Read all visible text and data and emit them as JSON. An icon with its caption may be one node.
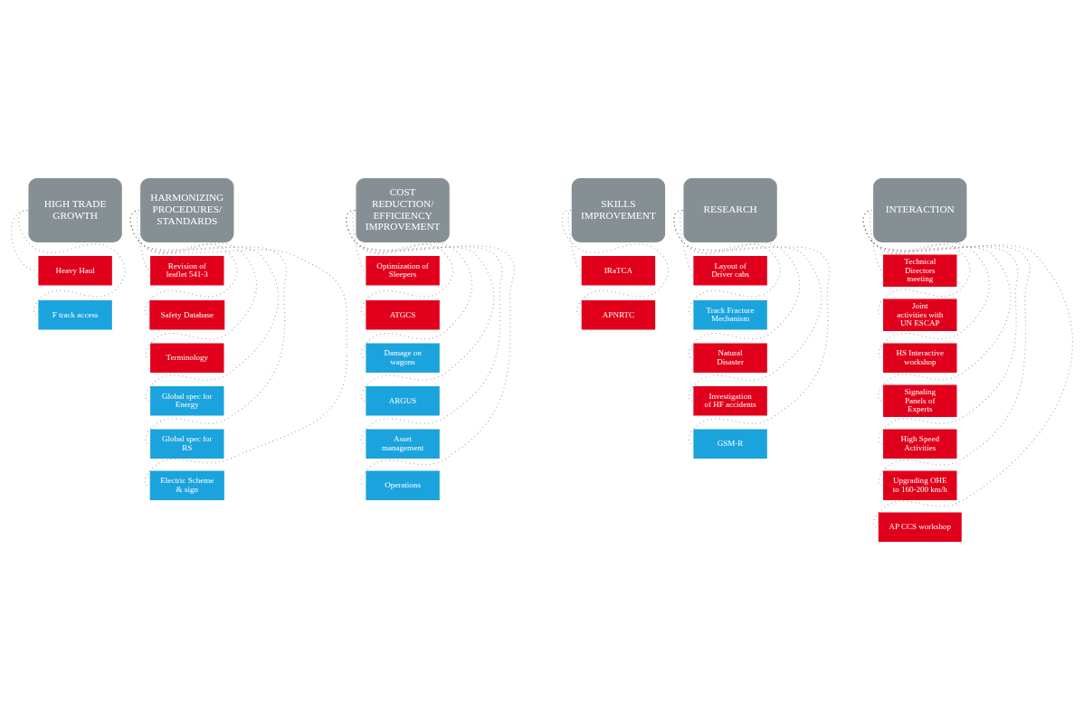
{
  "diagram": {
    "nodes": [
      {
        "text": [
          "HIGH TRADE GROWTH"
        ]
      },
      {
        "text": [
          "Heavy Haul"
        ]
      },
      {
        "text": [
          "F track access"
        ]
      },
      {
        "text": [
          "HARMONIZING PROCEDURES/ STANDARDS"
        ]
      },
      {
        "text": [
          "Revision of leaflet 541-3"
        ]
      },
      {
        "text": [
          "Safety Database"
        ]
      },
      {
        "text": [
          "Terminology"
        ]
      },
      {
        "text": [
          "Global spec for Energy"
        ]
      },
      {
        "text": [
          "Global spec for RS"
        ]
      },
      {
        "text": [
          "Electric Scheme & sign"
        ]
      },
      {
        "text": [
          "COST REDUCTION/ EFFICIENCY IMPROVEMENT"
        ]
      },
      {
        "text": [
          "Optimization of Sleepers"
        ]
      },
      {
        "text": [
          "ATGCS"
        ]
      },
      {
        "text": [
          "Damage on wagons"
        ]
      },
      {
        "text": [
          "ARGUS"
        ]
      },
      {
        "text": [
          "Asset management"
        ]
      },
      {
        "text": [
          "Operations"
        ]
      },
      {
        "text": [
          "SKILLS IMPROVEMENT"
        ]
      },
      {
        "text": [
          "IRaTCA"
        ]
      },
      {
        "text": [
          "APNRTC"
        ]
      },
      {
        "text": [
          "RESEARCH"
        ]
      },
      {
        "text": [
          "Layout of Driver cabs"
        ]
      },
      {
        "text": [
          "Track Fracture Mechanism"
        ]
      },
      {
        "text": [
          "Natural Disaster"
        ]
      },
      {
        "text": [
          "Investigation of HF accidents"
        ]
      },
      {
        "text": [
          "GSM-R"
        ]
      },
      {
        "text": [
          "INTERACTION"
        ]
      },
      {
        "text": [
          "Technical Directors meeting"
        ]
      },
      {
        "text": [
          "Joint activities with UN ESCAP"
        ]
      },
      {
        "text": [
          "HS Interactive workshop"
        ]
      },
      {
        "text": [
          "Signaling Panels of Experts"
        ]
      },
      {
        "text": [
          "High Speed Activities"
        ]
      },
      {
        "text": [
          "Upgrading OHE to 160-200 km/h"
        ]
      },
      {
        "text": [
          "AP CCS workshop"
        ]
      }
    ],
    "edges": [
      {
        "from": 0,
        "to": 1,
        "arrow": "none"
      },
      {
        "from": 0,
        "to": 2,
        "arrow": "none"
      },
      {
        "from": 3,
        "to": 4,
        "arrow": "none"
      },
      {
        "from": 3,
        "to": 5,
        "arrow": "none"
      },
      {
        "from": 3,
        "to": 6,
        "arrow": "none"
      },
      {
        "from": 3,
        "to": 7,
        "arrow": "none"
      },
      {
        "from": 3,
        "to": 8,
        "arrow": "none"
      },
      {
        "from": 3,
        "to": 9,
        "arrow": "none"
      },
      {
        "from": 10,
        "to": 11,
        "arrow": "none"
      },
      {
        "from": 10,
        "to": 12,
        "arrow": "none"
      },
      {
        "from": 10,
        "to": 13,
        "arrow": "none"
      },
      {
        "from": 10,
        "to": 14,
        "arrow": "none"
      },
      {
        "from": 10,
        "to": 15,
        "arrow": "none"
      },
      {
        "from": 10,
        "to": 16,
        "arrow": "none"
      },
      {
        "from": 17,
        "to": 18,
        "arrow": "none"
      },
      {
        "from": 17,
        "to": 19,
        "arrow": "none"
      },
      {
        "from": 20,
        "to": 21,
        "arrow": "none"
      },
      {
        "from": 20,
        "to": 22,
        "arrow": "none"
      },
      {
        "from": 20,
        "to": 23,
        "arrow": "none"
      },
      {
        "from": 20,
        "to": 24,
        "arrow": "none"
      },
      {
        "from": 20,
        "to": 25,
        "arrow": "none"
      },
      {
        "from": 26,
        "to": 27,
        "arrow": "none"
      },
      {
        "from": 26,
        "to": 28,
        "arrow": "none"
      },
      {
        "from": 26,
        "to": 29,
        "arrow": "none"
      },
      {
        "from": 26,
        "to": 30,
        "arrow": "none"
      },
      {
        "from": 26,
        "to": 31,
        "arrow": "none"
      },
      {
        "from": 26,
        "to": 32,
        "arrow": "none"
      },
      {
        "from": 26,
        "to": 33,
        "arrow": "none"
      }
    ]
  }
}
